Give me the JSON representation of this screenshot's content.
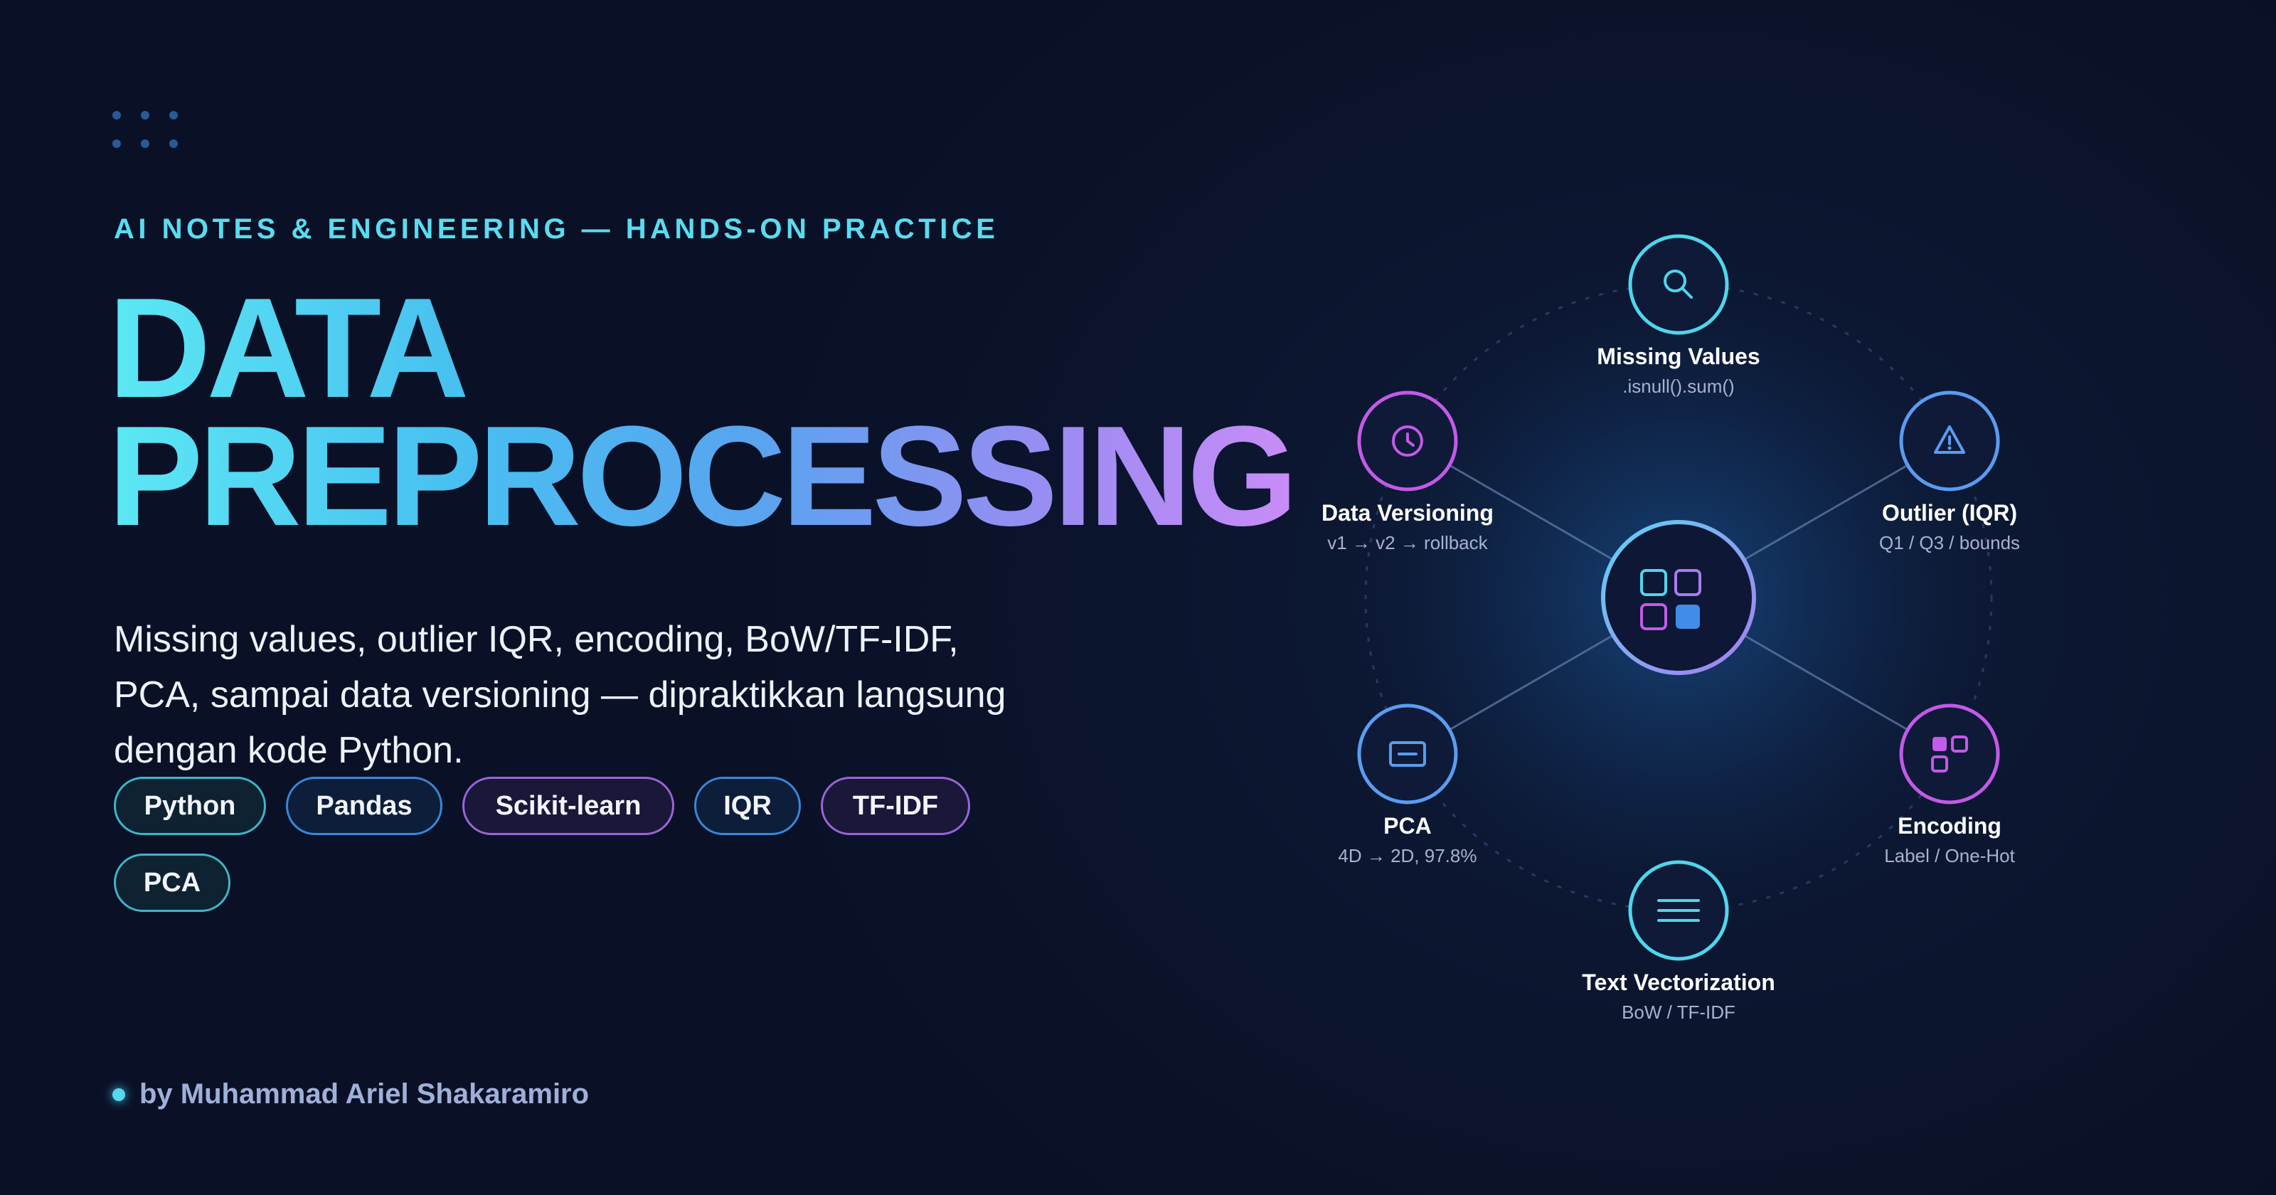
{
  "kicker": "AI NOTES & ENGINEERING — HANDS-ON PRACTICE",
  "title": {
    "line1": "DATA",
    "line2": "PREPROCESSING"
  },
  "description": "Missing values, outlier IQR, encoding, BoW/TF-IDF, PCA, sampai data versioning — dipraktikkan langsung dengan kode Python.",
  "tags": [
    {
      "label": "Python",
      "style": "teal"
    },
    {
      "label": "Pandas",
      "style": "blue"
    },
    {
      "label": "Scikit-learn",
      "style": "purple"
    },
    {
      "label": "IQR",
      "style": "blue"
    },
    {
      "label": "TF-IDF",
      "style": "purple"
    },
    {
      "label": "PCA",
      "style": "teal"
    }
  ],
  "author": "by Muhammad Ariel Shakaramiro",
  "diagram": {
    "center_icon": "grid-squares-icon",
    "nodes": [
      {
        "title": "Missing Values",
        "subtitle": ".isnull().sum()",
        "icon": "search-icon",
        "color": "#4fd6ec"
      },
      {
        "title": "Outlier (IQR)",
        "subtitle": "Q1 / Q3 / bounds",
        "icon": "warning-triangle-icon",
        "color": "#5a9cf0"
      },
      {
        "title": "Encoding",
        "subtitle": "Label / One-Hot",
        "icon": "blocks-icon",
        "color": "#c35ae8"
      },
      {
        "title": "Text Vectorization",
        "subtitle": "BoW / TF-IDF",
        "icon": "text-lines-icon",
        "color": "#4fd6ec"
      },
      {
        "title": "PCA",
        "subtitle": "4D → 2D, 97.8%",
        "icon": "rectangle-minus-icon",
        "color": "#5a9cf0"
      },
      {
        "title": "Data Versioning",
        "subtitle": "v1 → v2 → rollback",
        "icon": "clock-icon",
        "color": "#c35ae8"
      }
    ]
  }
}
